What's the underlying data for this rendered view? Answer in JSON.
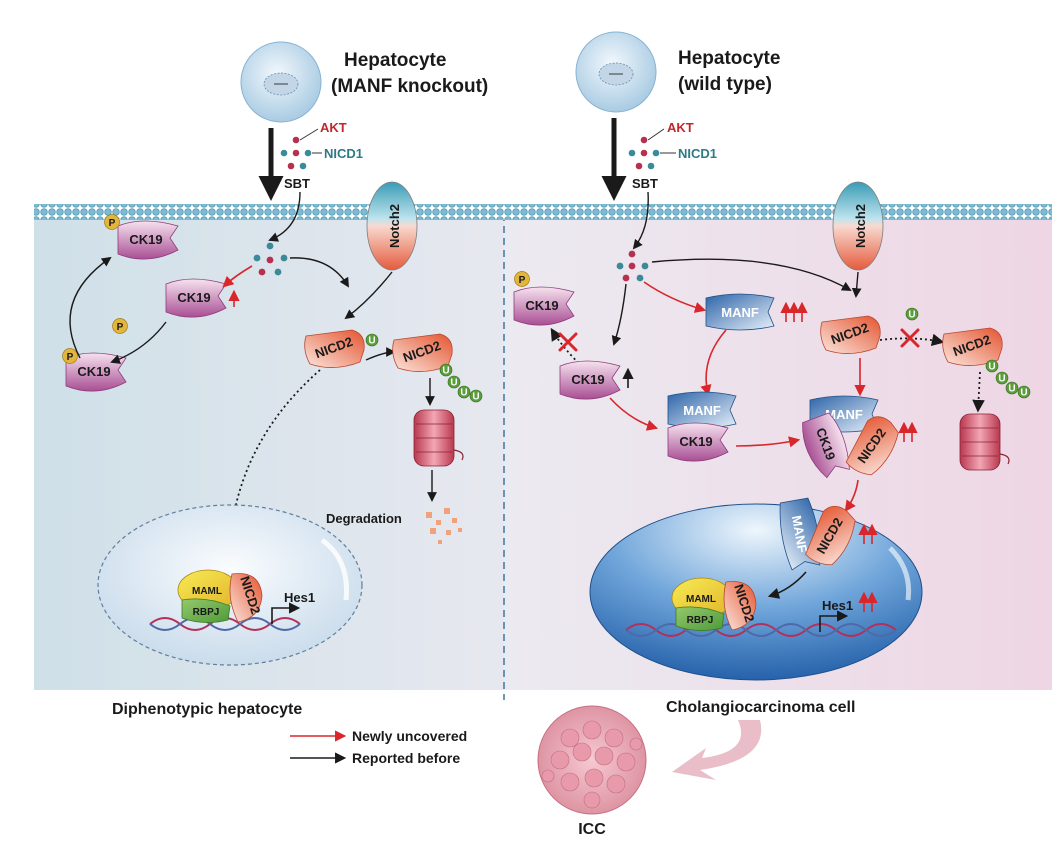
{
  "left_panel": {
    "title_line1": "Hepatocyte",
    "title_line2": "(MANF knockout)",
    "akt": "AKT",
    "nicd1": "NICD1",
    "sbt": "SBT",
    "notch2": "Notch2",
    "ck19": "CK19",
    "phospho": "P",
    "nicd2": "NICD2",
    "ubiquitin": "U",
    "degradation": "Degradation",
    "maml": "MAML",
    "rbpj": "RBPJ",
    "hes1": "Hes1",
    "cell_label": "Diphenotypic hepatocyte"
  },
  "right_panel": {
    "title_line1": "Hepatocyte",
    "title_line2": "(wild type)",
    "akt": "AKT",
    "nicd1": "NICD1",
    "sbt": "SBT",
    "notch2": "Notch2",
    "ck19": "CK19",
    "phospho": "P",
    "manf": "MANF",
    "nicd2": "NICD2",
    "ubiquitin": "U",
    "maml": "MAML",
    "rbpj": "RBPJ",
    "hes1": "Hes1",
    "cell_label": "Cholangiocarcinoma cell"
  },
  "legend": {
    "red_label": "Newly uncovered",
    "black_label": "Reported before"
  },
  "icc_label": "ICC",
  "colors": {
    "red_arrow": "#d9262b",
    "black_arrow": "#1a1a1a",
    "akt_text": "#c0282d",
    "nicd1_text": "#2e7a85",
    "ck19_fill": "#b1579b",
    "nicd2_fill": "#e8806a",
    "manf_fill": "#3d7ab8",
    "ubiquitin_fill": "#5b9e3a",
    "phospho_fill": "#e2b53c"
  }
}
